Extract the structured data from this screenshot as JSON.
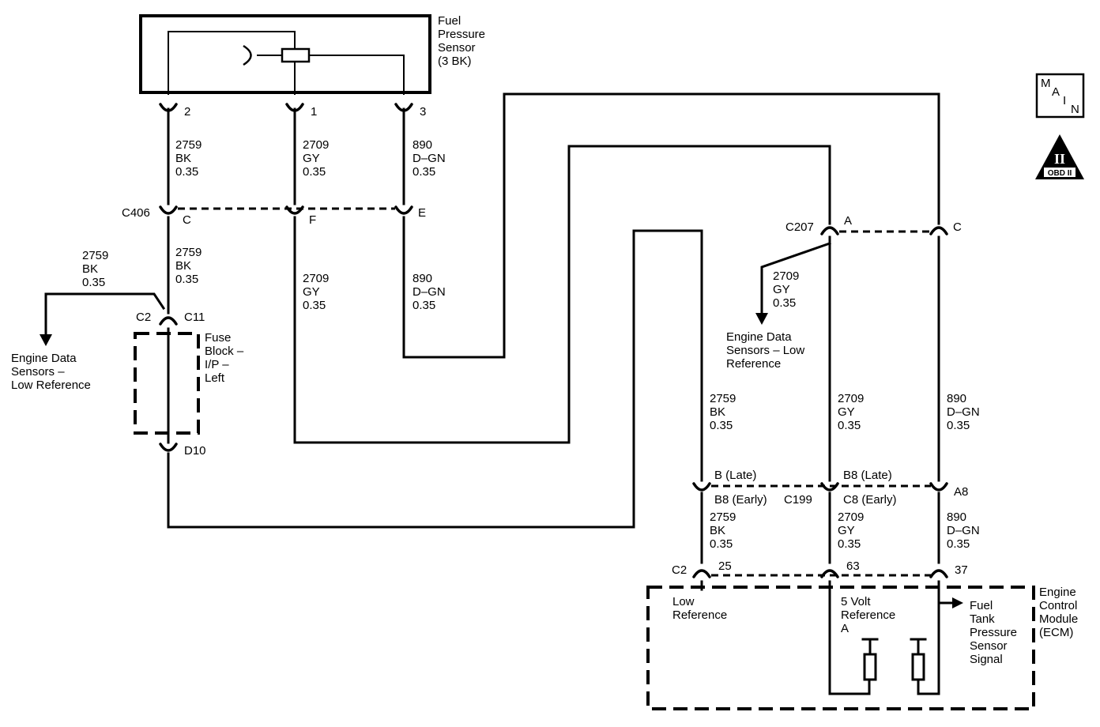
{
  "sensor": {
    "line1": "Fuel",
    "line2": "Pressure",
    "line3": "Sensor",
    "line4": "(3 BK)"
  },
  "sensor_pins": {
    "p2": "2",
    "p1": "1",
    "p3": "3"
  },
  "wires": {
    "bk": {
      "circuit": "2759",
      "color": "BK",
      "size": "0.35"
    },
    "gy": {
      "circuit": "2709",
      "color": "GY",
      "size": "0.35"
    },
    "dgn": {
      "circuit": "890",
      "color": "D–GN",
      "size": "0.35"
    }
  },
  "c406": {
    "name": "C406",
    "pin_c": "C",
    "pin_f": "F",
    "pin_e": "E"
  },
  "fuse_block": {
    "c2": "C2",
    "c11": "C11",
    "d10": "D10",
    "label1": "Fuse",
    "label2": "Block –",
    "label3": "I/P –",
    "label4": "Left"
  },
  "left_ref": {
    "line1": "Engine Data",
    "line2": "Sensors –",
    "line3": "Low Reference"
  },
  "c207": {
    "name": "C207",
    "pin_a": "A",
    "pin_c": "C"
  },
  "c207_ref": {
    "line1": "Engine Data",
    "line2": "Sensors – Low",
    "line3": "Reference"
  },
  "c199": {
    "name": "C199",
    "b_late": "B (Late)",
    "b8_late": "B8 (Late)",
    "b8_early": "B8 (Early)",
    "c8_early": "C8 (Early)",
    "a8": "A8"
  },
  "ecm_pins": {
    "c2": "C2",
    "p25": "25",
    "p63": "63",
    "p37": "37"
  },
  "ecm": {
    "title1": "Engine",
    "title2": "Control",
    "title3": "Module",
    "title4": "(ECM)",
    "low1": "Low",
    "low2": "Reference",
    "volt1": "5 Volt",
    "volt2": "Reference",
    "volt3": "A",
    "sig1": "Fuel",
    "sig2": "Tank",
    "sig3": "Pressure",
    "sig4": "Sensor",
    "sig5": "Signal"
  },
  "badges": {
    "main1": "M",
    "main2": "A",
    "main3": "I",
    "main4": "N",
    "obd_num": "II",
    "obd_text": "OBD II"
  }
}
